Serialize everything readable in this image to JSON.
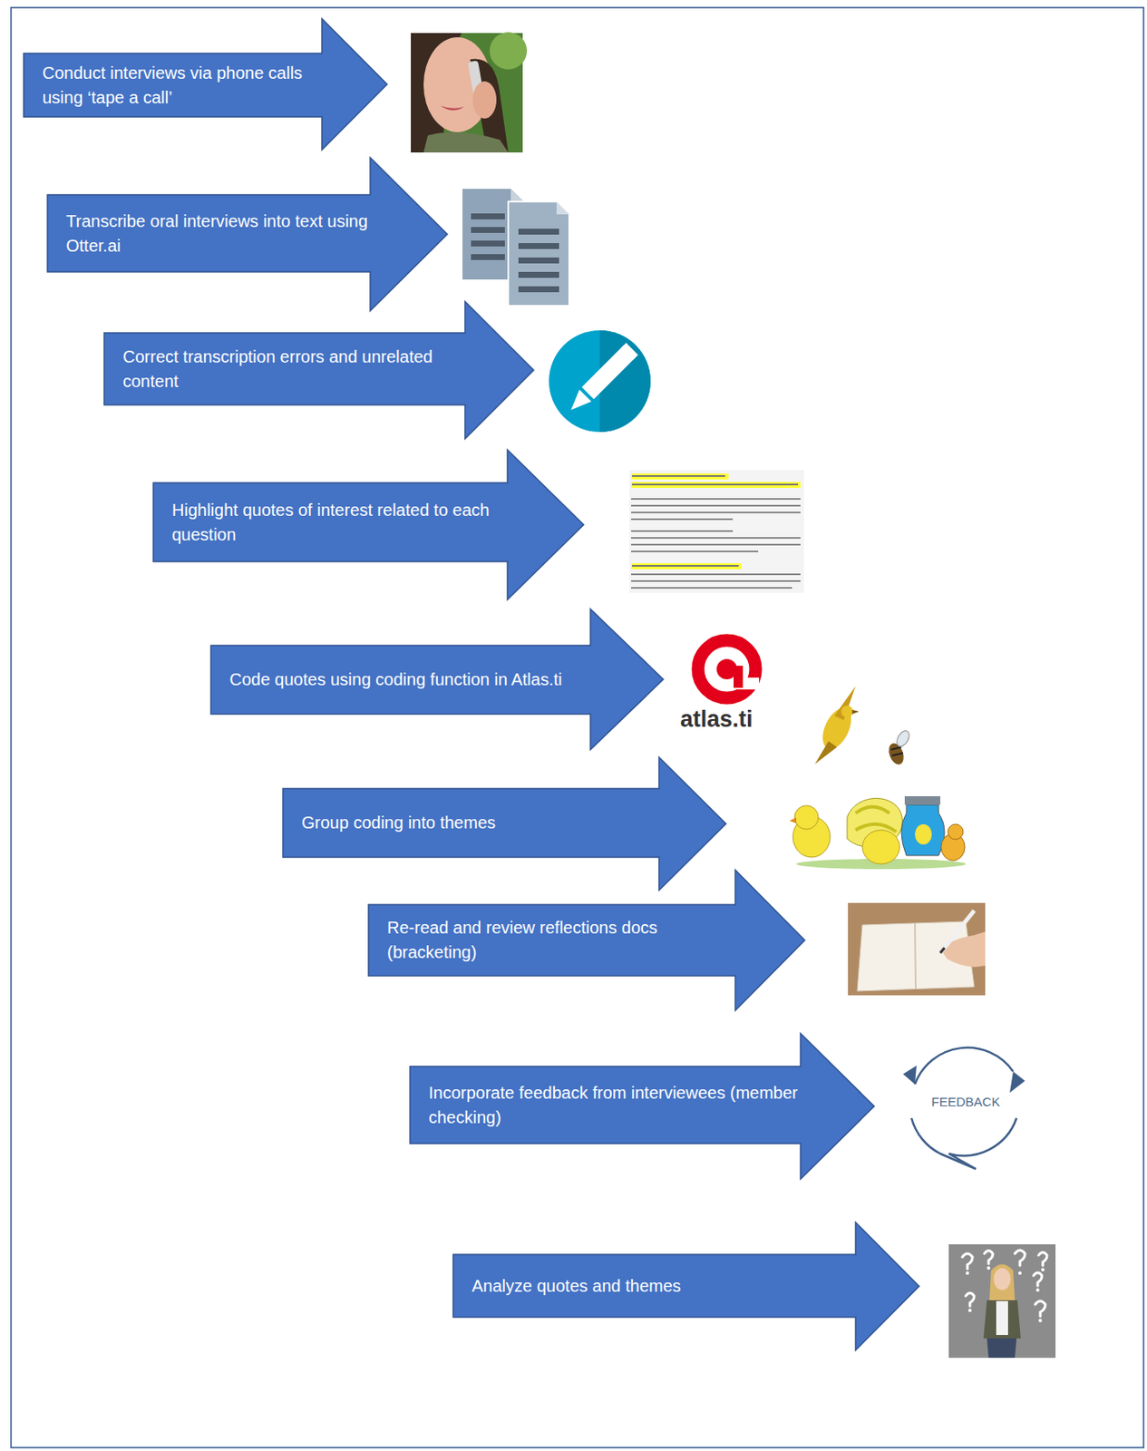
{
  "diagram": {
    "nodes": [
      {
        "text": [
          "Conduct interviews via phone calls using ‘tape a call’"
        ]
      },
      {
        "text": [
          "Transcribe oral interviews into text using Otter.ai"
        ]
      },
      {
        "text": [
          "Correct transcription errors and unrelated content"
        ]
      },
      {
        "text": [
          "Highlight quotes of interest related to each question"
        ]
      },
      {
        "text": [
          "Code quotes using coding function in Atlas.ti"
        ]
      },
      {
        "text": [
          "Group coding into themes"
        ]
      },
      {
        "text": [
          "Re-read and review reflections docs (bracketing)"
        ]
      },
      {
        "text": [
          "Incorporate feedback from interviewees (member checking)"
        ]
      },
      {
        "text": [
          "Analyze quotes and themes"
        ]
      }
    ],
    "labels": [
      "atlas.ti",
      "FEEDBACK"
    ]
  }
}
